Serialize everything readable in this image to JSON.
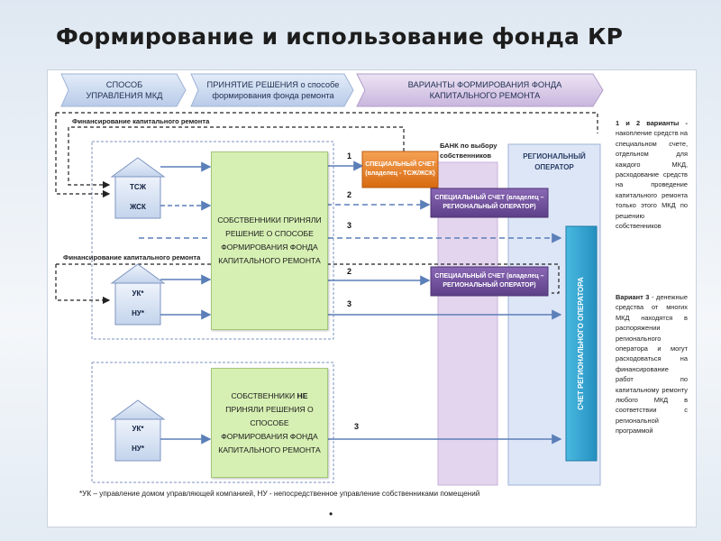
{
  "title": "Формирование и использование фонда КР",
  "header": {
    "step1": "СПОСОБ УПРАВЛЕНИЯ МКД",
    "step2": "ПРИНЯТИЕ РЕШЕНИЯ о способе формирования фонда ремонта",
    "step3": "ВАРИАНТЫ ФОРМИРОВАНИЯ ФОНДА КАПИТАЛЬНОГО РЕМОНТА"
  },
  "labels": {
    "financing_top": "Финансирование капитального ремонта",
    "financing_mid": "Финансирование капитального ремонта",
    "bank": "БАНК по выбору собственников",
    "regional_operator": "РЕГИОНАЛЬНЫЙ ОПЕРАТОР",
    "regional_account": "СЧЕТ РЕГИОНАЛЬНОГО ОПЕРАТОРА"
  },
  "houses": {
    "house1": [
      "ТСЖ",
      "ЖСК"
    ],
    "house2": [
      "УК*",
      "НУ*"
    ],
    "house3": [
      "УК*",
      "НУ*"
    ]
  },
  "decisions": {
    "accepted": "СОБСТВЕННИКИ ПРИНЯЛИ РЕШЕНИЕ О СПОСОБЕ ФОРМИРОВАНИЯ ФОНДА КАПИТАЛЬНОГО РЕМОНТА",
    "not_accepted_pre": "СОБСТВЕННИКИ ",
    "not_accepted_bold": "НЕ",
    "not_accepted_post": " ПРИНЯЛИ РЕШЕНИЯ О СПОСОБЕ ФОРМИРОВАНИЯ ФОНДА КАПИТАЛЬНОГО РЕМОНТА"
  },
  "accounts": {
    "special_owner": "СПЕЦИАЛЬНЫЙ СЧЕТ (владелец - ТСЖ/ЖСК)",
    "special_ro_1": "СПЕЦИАЛЬНЫЙ СЧЕТ (владелец – РЕГИОНАЛЬНЫЙ ОПЕРАТОР)",
    "special_ro_2": "СПЕЦИАЛЬНЫЙ СЧЕТ (владелец – РЕГИОНАЛЬНЫЙ ОПЕРАТОР)"
  },
  "numbers": {
    "n1": "1",
    "n2a": "2",
    "n3a": "3",
    "n2b": "2",
    "n3b": "3",
    "n3c": "3"
  },
  "sidebar": {
    "p1_bold": "1 и 2 варианты -",
    "p1_text": "накопление средств на специальном счете, отдельном для каждого МКД, расходование средств на проведение капитального ремонта только этого МКД по решению собственников",
    "p2_bold": "Вариант 3",
    "p2_text": "- денежные средства от многих МКД находятся в распоряжении регионального оператора и могут расходоваться на финансирование работ по капитальному ремонту любого МКД в соответствии с региональной программой"
  },
  "footnote": "*УК – управление домом управляющей компанией, НУ - непосредственное управление собственниками помещений",
  "dot": "•",
  "colors": {
    "arrow": "#5b7fb8",
    "green": "#d6efb3",
    "orange": "#e8791e",
    "purple": "#6b4a97",
    "teal": "#2ea3cf",
    "bank_column": "#e4d5ee",
    "ro_column": "#dde6f7"
  }
}
